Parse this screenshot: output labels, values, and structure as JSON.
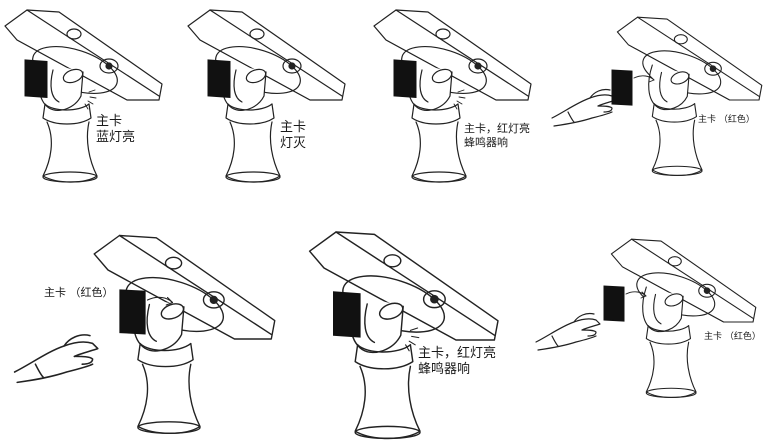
{
  "panels": [
    {
      "id": "p1",
      "lines": [
        "主卡",
        "蓝灯亮"
      ],
      "hand": false,
      "glow": true
    },
    {
      "id": "p2",
      "lines": [
        "主卡",
        "灯灭"
      ],
      "hand": false,
      "glow": false
    },
    {
      "id": "p3",
      "lines": [
        "主卡，红灯亮",
        "蜂鸣器响"
      ],
      "hand": false,
      "glow": true
    },
    {
      "id": "p4",
      "lines": [
        "主卡 （红色）"
      ],
      "hand": true,
      "glow": false
    },
    {
      "id": "p5",
      "lines": [
        "主卡 （红色）"
      ],
      "hand": true,
      "glow": false
    },
    {
      "id": "p6",
      "lines": [
        "主卡，红灯亮",
        "蜂鸣器响"
      ],
      "hand": false,
      "glow": true
    },
    {
      "id": "p7",
      "lines": [
        "主卡 （红色）"
      ],
      "hand": true,
      "glow": false
    }
  ]
}
